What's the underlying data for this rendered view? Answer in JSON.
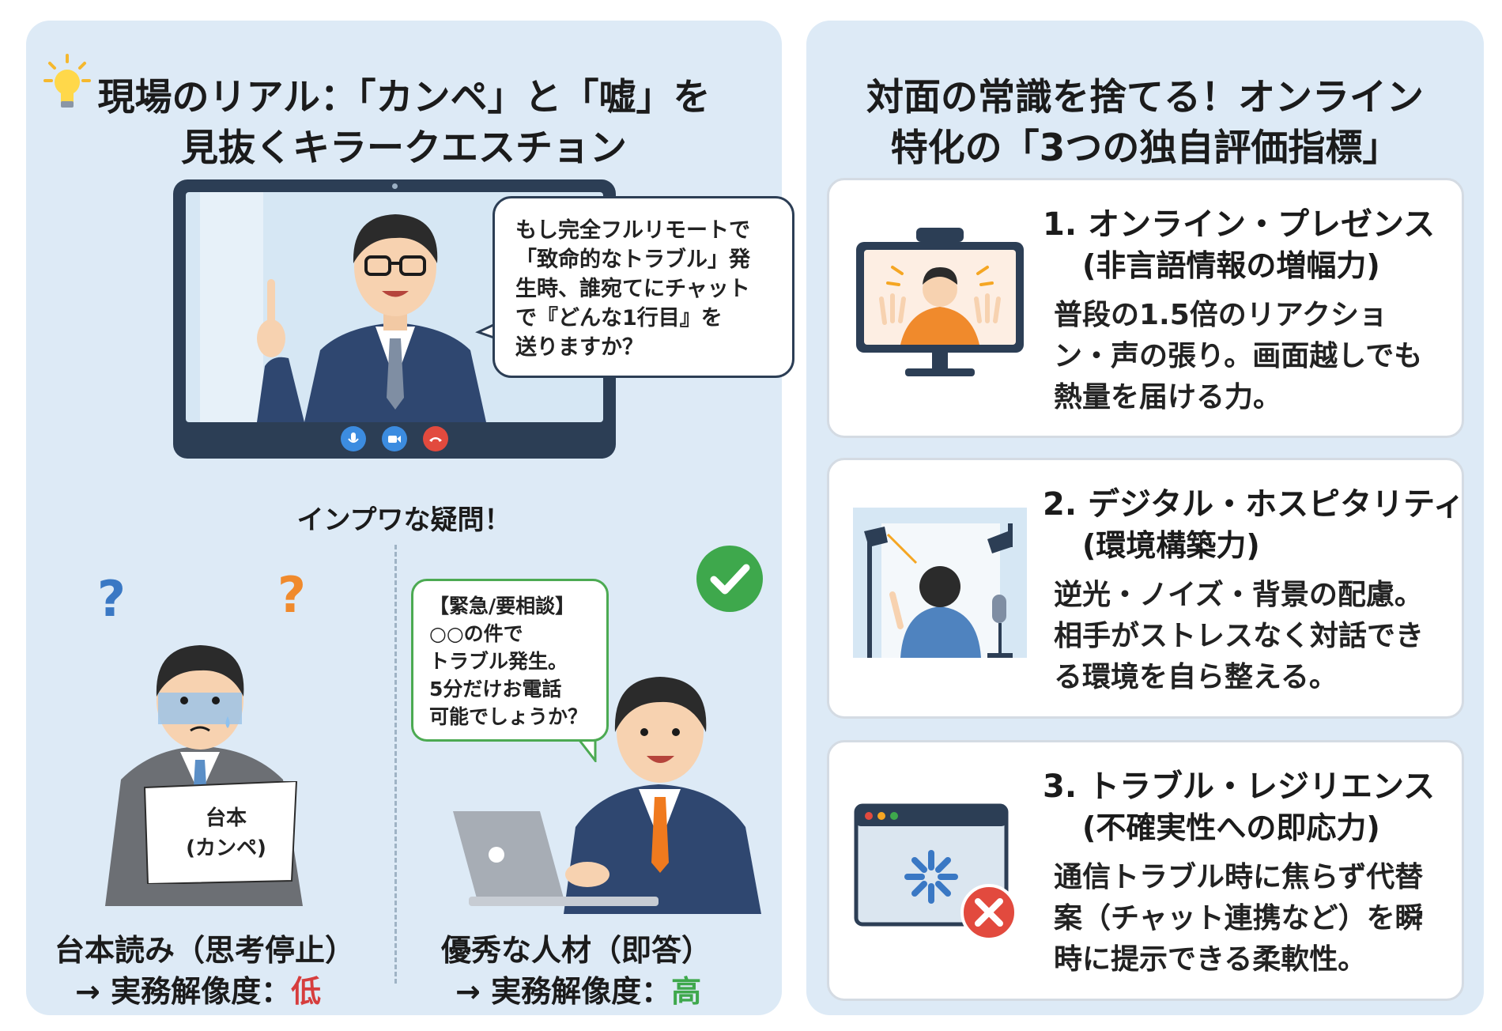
{
  "left": {
    "title_line1": "現場のリアル：「カンペ」と「嘘」を",
    "title_line2": "見抜くキラークエスチョン",
    "question_bubble": [
      "もし完全フルリモートで",
      "「致命的なトラブル」発",
      "生時、誰宛てにチャット",
      "で『どんな1行目』を",
      "送りますか？"
    ],
    "question_label": "インプワな疑問！",
    "answer_bubble": [
      "【緊急/要相談】",
      "○○の件で",
      "トラブル発生。",
      "5分だけお電話",
      "可能でしょうか？"
    ],
    "script_label_line1": "台本",
    "script_label_line2": "(カンペ)",
    "caption_left_line1": "台本読み（思考停止）",
    "caption_left_line2_prefix": "→ 実務解像度：",
    "caption_left_level": "低",
    "caption_right_line1": "優秀な人材（即答）",
    "caption_right_line2_prefix": "→ 実務解像度：",
    "caption_right_level": "高"
  },
  "right": {
    "title_line1": "対面の常識を捨てる！オンライン",
    "title_line2": "特化の「3つの独自評価指標」",
    "cards": [
      {
        "title": "1. オンライン・プレゼンス",
        "subtitle": "(非言語情報の増幅力)",
        "body": "普段の1.5倍のリアクション・声の張り。画面越しでも熱量を届ける力。"
      },
      {
        "title": "2. デジタル・ホスピタリティ",
        "subtitle": "(環境構築力)",
        "body": "逆光・ノイズ・背景の配慮。相手がストレスなく対話できる環境を自ら整える。"
      },
      {
        "title": "3. トラブル・レジリエンス",
        "subtitle": "(不確実性への即応力)",
        "body": "通信トラブル時に焦らず代替案（チャット連携など）を瞬時に提示できる柔軟性。"
      }
    ]
  },
  "colors": {
    "panel_bg": "#ddeaf6",
    "navy": "#2c3e55",
    "green": "#3ea84c",
    "red": "#d63d3d",
    "orange": "#f08a2c",
    "blue": "#3a78c4"
  },
  "icons": [
    "lightbulb-icon",
    "mic-icon",
    "video-icon",
    "hang-up-icon",
    "question-mark-icon",
    "check-icon",
    "webcam-icon",
    "spotlight-icon",
    "microphone-icon",
    "loading-icon",
    "error-x-icon"
  ]
}
